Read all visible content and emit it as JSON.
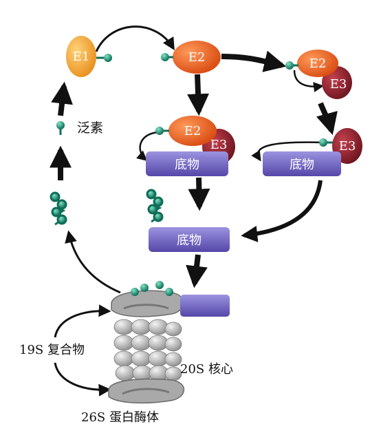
{
  "labels": {
    "ubiquitin": "泛素",
    "complex19s": "19S  复合物",
    "core20s": "20S  核心",
    "proteasome26s": "26S  蛋白酶体"
  },
  "enzymes": {
    "e1": "E1",
    "e2": "E2",
    "e3": "E3"
  },
  "substrate": "底物",
  "colors": {
    "e1": "#f0a43a",
    "e2": "#e8622a",
    "e3": "#8e1f2a",
    "substrate": "#6a5fb5",
    "ubiquitin": "#1d8f74",
    "arrow": "#111111",
    "proteasome": "#b8b8b8"
  }
}
